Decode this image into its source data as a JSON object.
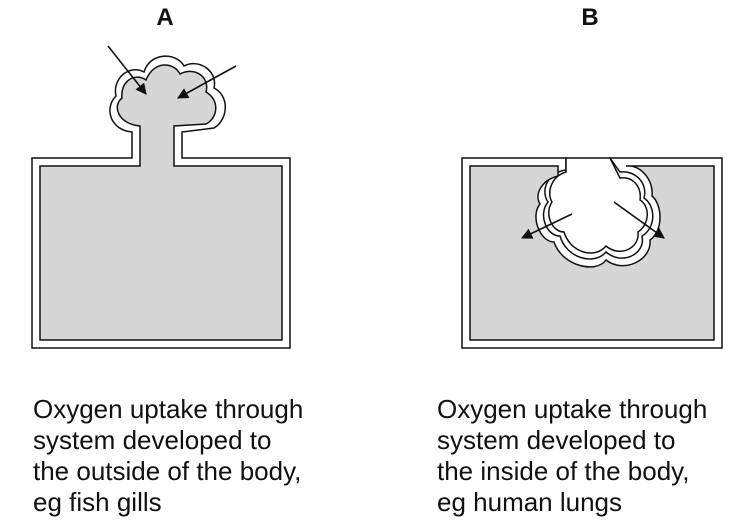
{
  "panels": [
    {
      "letter": "A",
      "caption_lines": [
        "Oxygen uptake through",
        "system developed to",
        "the outside of the body,",
        "eg fish gills"
      ]
    },
    {
      "letter": "B",
      "caption_lines": [
        "Oxygen uptake through",
        "system developed to",
        "the inside of the body,",
        "eg human lungs"
      ]
    }
  ],
  "colors": {
    "body_fill": "#d6d6d6",
    "outline": "#111111",
    "background": "#ffffff"
  }
}
